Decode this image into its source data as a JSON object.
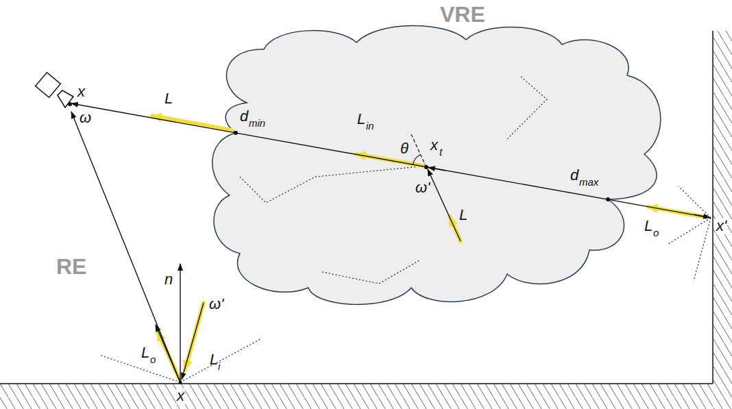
{
  "diagram": {
    "labels": [
      "VRE",
      "x",
      "ω",
      "L",
      "d",
      "min",
      "L",
      "in",
      "θ",
      "x",
      "t",
      "ω'",
      "L",
      "d",
      "max",
      "L",
      "o",
      "x'",
      "RE",
      "n",
      "ω'",
      "L",
      "o",
      "L",
      "i",
      "x"
    ]
  }
}
